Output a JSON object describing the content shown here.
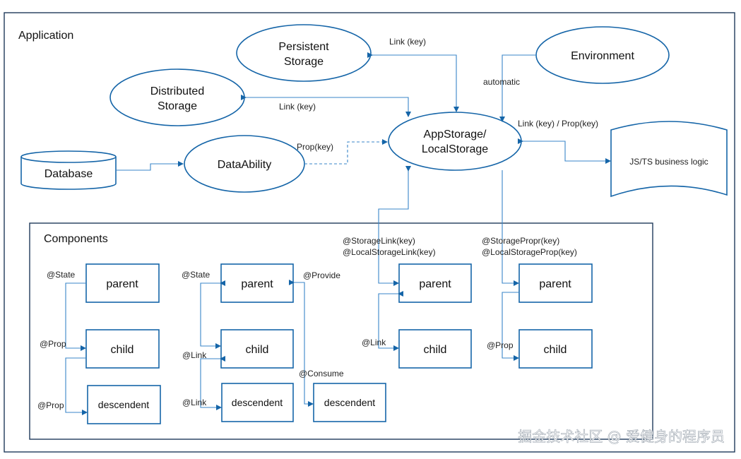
{
  "application_label": "Application",
  "components_label": "Components",
  "nodes": {
    "persistent": [
      "Persistent",
      "Storage"
    ],
    "distributed": [
      "Distributed",
      "Storage"
    ],
    "environment": "Environment",
    "database": "Database",
    "dataability": "DataAbility",
    "appstorage": [
      "AppStorage/",
      "LocalStorage"
    ],
    "jsts": "JS/TS business logic"
  },
  "edge_labels": {
    "persistent_link": "Link (key)",
    "distributed_link": "Link (key)",
    "automatic": "automatic",
    "jsts_link": "Link (key) / Prop(key)",
    "dataability_prop": "Prop(key)"
  },
  "groups": [
    {
      "parent": "parent",
      "child": "child",
      "descendent": "descendent",
      "labels": [
        "@State",
        "@Prop",
        "@Prop"
      ]
    },
    {
      "parent": "parent",
      "child": "child",
      "descendent": "descendent",
      "labels": [
        "@State",
        "@Link",
        "@Link"
      ]
    },
    {
      "descendent": "descendent",
      "labels": [
        "@Provide",
        "@Consume"
      ]
    },
    {
      "parent": "parent",
      "child": "child",
      "labels": [
        "@StorageLink(key)",
        "@LocalStorageLink(key)",
        "@Link"
      ]
    },
    {
      "parent": "parent",
      "child": "child",
      "labels": [
        "@StoragePropr(key)",
        "@LocalStorageProp(key)",
        "@Prop"
      ]
    }
  ],
  "watermark": "掘金技术社区 @ 爱健身的程序员"
}
